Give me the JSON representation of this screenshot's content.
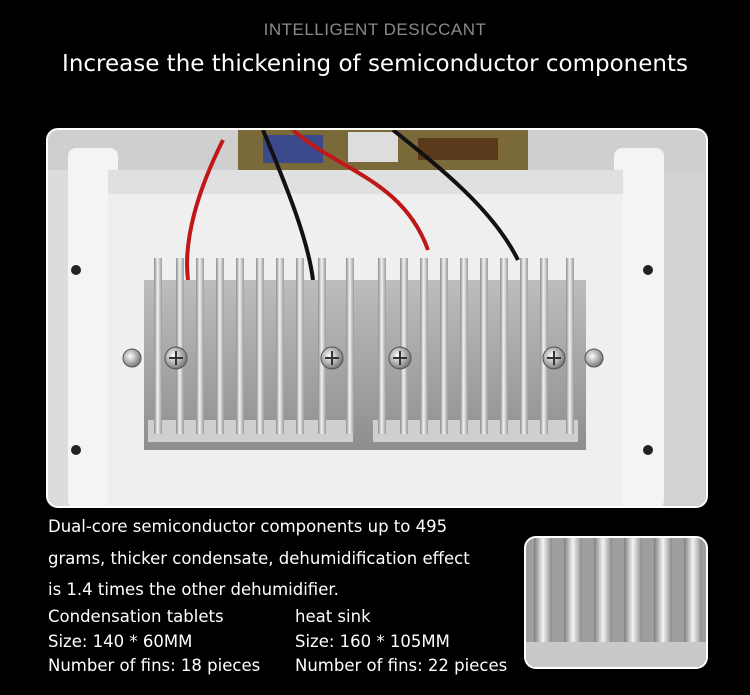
{
  "header": {
    "eyebrow": "INTELLIGENT DESICCANT",
    "title": "Increase the thickening of semiconductor components"
  },
  "description": {
    "lines": [
      "Dual-core semiconductor components up to 495",
      "grams, thicker condensate, dehumidification effect",
      "is 1.4 times the other dehumidifier."
    ]
  },
  "specs": {
    "condensation": {
      "label": "Condensation tablets",
      "size": "Size: 140 * 60MM",
      "fins": "Number of fins: 18 pieces"
    },
    "heatsink": {
      "label": "heat sink",
      "size": "Size: 160 * 105MM",
      "fins": "Number of fins: 22 pieces"
    }
  },
  "images": {
    "main": "heat-sink-photo",
    "inset": "fin-closeup-photo"
  },
  "colors": {
    "background": "#000000",
    "text": "#ffffff",
    "eyebrow": "#8a8a8a"
  }
}
